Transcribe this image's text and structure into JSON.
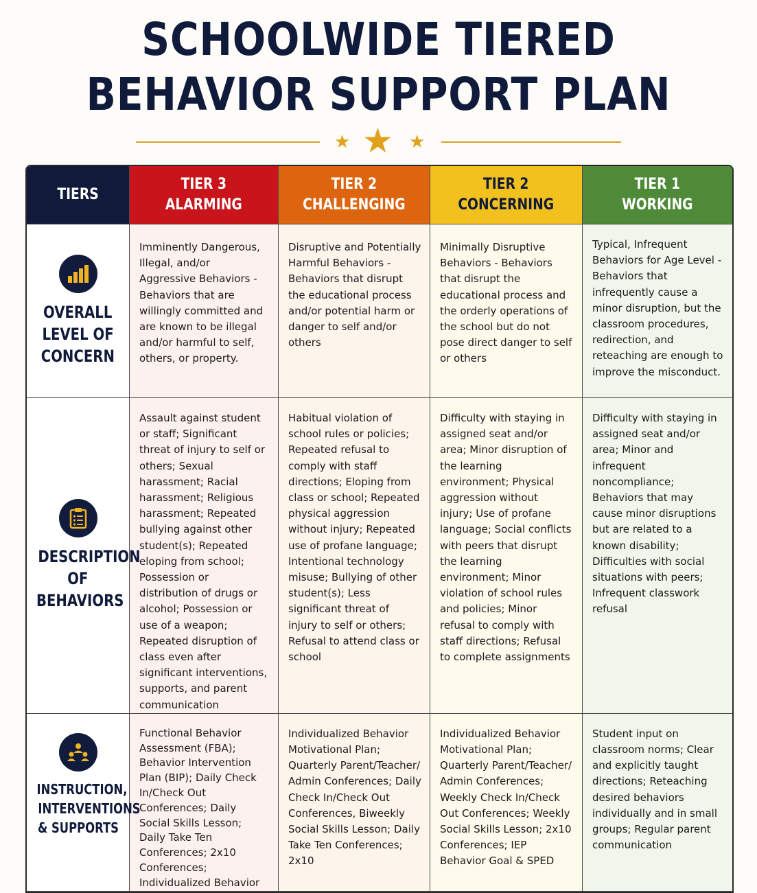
{
  "title": {
    "line1": "SCHOOLWIDE TIERED",
    "line2": "BEHAVIOR SUPPORT PLAN"
  },
  "decoration": {
    "accent_color": "#d9a224",
    "icon": "three-stars"
  },
  "header": {
    "tiers": "TIERS",
    "columns": [
      {
        "line1": "TIER 3",
        "line2": "ALARMING",
        "color": "#c8141a"
      },
      {
        "line1": "TIER 2",
        "line2": "CHALLENGING",
        "color": "#dd6510"
      },
      {
        "line1": "TIER 2",
        "line2": "CONCERNING",
        "color": "#f3c11e"
      },
      {
        "line1": "TIER 1",
        "line2": "WORKING",
        "color": "#4e8a38"
      }
    ]
  },
  "rows": [
    {
      "icon": "bar-chart-icon",
      "label": [
        "OVERALL",
        "LEVEL OF",
        "CONCERN"
      ],
      "cells": [
        "Imminently Dangerous, Illegal, and/or Aggressive Behaviors - Behaviors that are willingly committed and are known to be illegal and/or harmful to self, others, or property.",
        "Disruptive and Potentially Harmful Behaviors - Behaviors that disrupt the educational process and/or potential harm or danger to self and/or others",
        "Minimally Disruptive Behaviors - Behaviors that disrupt the educational process and the orderly operations of the school but do not pose direct danger to self or others",
        "Typical, Infrequent Behaviors for Age Level - Behaviors that infrequently cause a minor disruption, but the classroom procedures, redirection, and reteaching are enough to improve the misconduct."
      ]
    },
    {
      "icon": "clipboard-icon",
      "label": [
        "DESCRIPTION",
        "OF",
        "BEHAVIORS"
      ],
      "cells": [
        "Assault against student or staff; Significant threat of injury to self or others; Sexual harassment; Racial harassment; Religious harassment; Repeated bullying against other student(s); Repeated eloping from school; Possession or distribution of drugs or alcohol; Possession or use of a weapon; Repeated disruption of class even after significant interventions, supports, and parent communication",
        "Habitual violation of school rules or policies; Repeated refusal to comply with staff directions; Eloping from class or school; Repeated physical aggression without injury; Repeated use of profane language; Intentional technology misuse; Bullying of other student(s); Less significant threat of injury to self or others; Refusal to attend class or school",
        "Difficulty with staying in assigned seat and/or area; Minor disruption of the learning environment; Physical aggression without injury; Use of profane language; Social conflicts with peers that disrupt the learning environment; Minor violation of school rules and policies; Minor refusal to comply with staff directions; Refusal to complete assignments",
        "Difficulty with staying in assigned seat and/or area; Minor and infrequent noncompliance; Behaviors that may cause minor disruptions but are related to a known disability; Difficulties with social situations with peers; Infrequent classwork refusal"
      ]
    },
    {
      "icon": "people-support-icon",
      "label": [
        "INSTRUCTION,",
        "INTERVENTIONS",
        "& SUPPORTS"
      ],
      "cells": [
        "Functional Behavior Assessment (FBA); Behavior Intervention Plan (BIP); Daily Check In/Check Out Conferences; Daily Social Skills Lesson; Daily Take Ten Conferences; 2x10 Conferences; Individualized Behavior",
        "Individualized Behavior Motivational Plan; Quarterly Parent/Teacher/ Admin Conferences; Daily Check In/Check Out Conferences, Biweekly Social Skills Lesson; Daily Take Ten Conferences; 2x10",
        "Individualized Behavior Motivational Plan; Quarterly Parent/Teacher/ Admin Conferences; Weekly Check In/Check Out Conferences; Weekly Social Skills Lesson; 2x10 Conferences; IEP Behavior Goal & SPED",
        "Student input on classroom norms; Clear and explicitly taught directions; Reteaching desired behaviors individually and in small groups; Regular parent communication"
      ]
    }
  ]
}
